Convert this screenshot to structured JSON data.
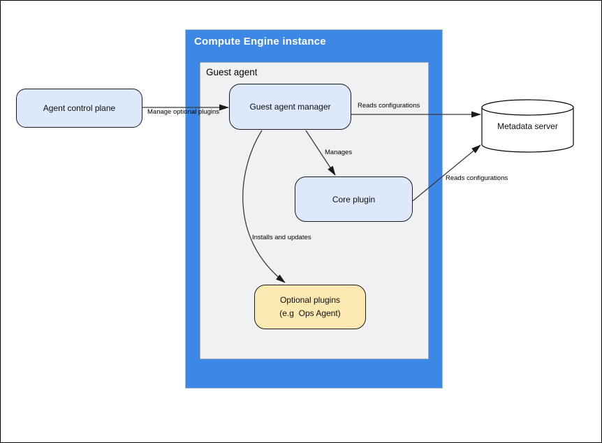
{
  "containers": {
    "compute_engine": {
      "title": "Compute Engine instance",
      "fill": "#3d87e6"
    },
    "guest_agent": {
      "title": "Guest agent",
      "fill": "#f0f1f2"
    }
  },
  "nodes": {
    "agent_control_plane": {
      "label": "Agent control plane",
      "fill": "#dde9fb"
    },
    "guest_agent_manager": {
      "label": "Guest agent manager",
      "fill": "#dde9fb"
    },
    "core_plugin": {
      "label": "Core plugin",
      "fill": "#dde9fb"
    },
    "optional_plugins": {
      "line1": "Optional plugins",
      "line2": "(e.g  Ops Agent)",
      "fill": "#fce9b2"
    },
    "metadata_server": {
      "label": "Metadata server",
      "fill": "#ffffff"
    }
  },
  "edges": [
    {
      "id": "manage-optional-plugins",
      "label": "Manage optional plugins",
      "from": "agent_control_plane",
      "to": "guest_agent_manager"
    },
    {
      "id": "reads-configurations-manager",
      "label": "Reads configurations",
      "from": "guest_agent_manager",
      "to": "metadata_server"
    },
    {
      "id": "manages",
      "label": "Manages",
      "from": "guest_agent_manager",
      "to": "core_plugin"
    },
    {
      "id": "installs-and-updates",
      "label": "Installs and updates",
      "from": "guest_agent_manager",
      "to": "optional_plugins"
    },
    {
      "id": "reads-configurations-core",
      "label": "Reads configurations",
      "from": "core_plugin",
      "to": "metadata_server"
    }
  ]
}
